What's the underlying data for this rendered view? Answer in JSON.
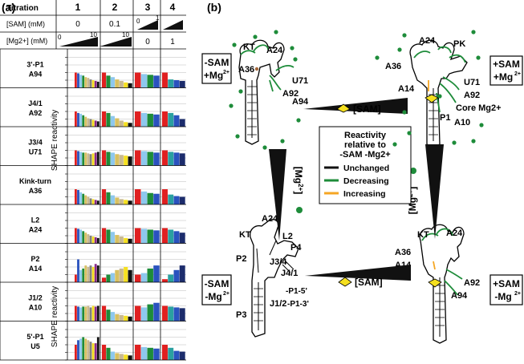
{
  "panel_labels": {
    "a": "(a)",
    "b": "(b)"
  },
  "panel_a": {
    "header": {
      "titration_label": "Titration",
      "sam_label": "[SAM] (mM)",
      "mg_label": "[Mg2+] (mM)",
      "mg_label_sup": "2+",
      "columns": [
        "1",
        "2",
        "3",
        "4"
      ],
      "sam_values": [
        "0",
        "0.1",
        "",
        ""
      ],
      "ramp_start": [
        "0",
        "",
        "0",
        ""
      ],
      "ramp_end": [
        "10",
        "10",
        "1",
        ""
      ],
      "mg_values": [
        "",
        "",
        "0",
        "1"
      ]
    },
    "y_axis_title": "SHAPE reactivity",
    "colors": {
      "red": "#e02020",
      "green": "#1e8c3a",
      "lightblue": "#8ec8ee",
      "blue": "#2a52be",
      "gold": "#d8c060",
      "tan": "#c8b890",
      "gray": "#808080",
      "black": "#111111",
      "yellow": "#f5e020",
      "purple": "#8a2a8a",
      "teal": "#2aa0a0",
      "navy": "#1c2c6c"
    },
    "rows": [
      {
        "label_1": "3'-P1",
        "label_2": "A94",
        "bars": [
          [
            1.0,
            0.95,
            0.85,
            0.8,
            0.7,
            0.65,
            0.55,
            0.5,
            0.45,
            0.4
          ],
          [
            1.0,
            0.8,
            0.7,
            0.55,
            0.45,
            0.35,
            0.3
          ],
          [
            1.0,
            0.9,
            0.85,
            0.8
          ],
          [
            1.0,
            0.55,
            0.5,
            0.45
          ]
        ]
      },
      {
        "label_1": "J4/1",
        "label_2": "A92",
        "bars": [
          [
            1.0,
            0.9,
            0.85,
            0.75,
            0.65,
            0.55,
            0.5,
            0.45,
            0.4,
            0.35
          ],
          [
            1.0,
            0.9,
            0.7,
            0.55,
            0.4,
            0.3,
            0.25
          ],
          [
            1.0,
            0.9,
            0.85,
            0.8
          ],
          [
            1.0,
            0.9,
            0.75,
            0.5
          ]
        ]
      },
      {
        "label_1": "J3/4",
        "label_2": "U71",
        "bars": [
          [
            1.0,
            0.95,
            0.9,
            0.85,
            0.85,
            0.8,
            0.75,
            0.8,
            0.85,
            0.9
          ],
          [
            1.0,
            0.9,
            0.85,
            0.75,
            0.7,
            0.65,
            0.6
          ],
          [
            1.0,
            0.95,
            0.9,
            0.85
          ],
          [
            1.0,
            0.9,
            0.85,
            0.8
          ]
        ]
      },
      {
        "label_1": "Kink-turn",
        "label_2": "A36",
        "bars": [
          [
            1.0,
            0.95,
            0.8,
            0.7,
            0.6,
            0.5,
            0.4,
            0.35,
            0.3,
            0.25
          ],
          [
            1.0,
            0.8,
            0.6,
            0.45,
            0.35,
            0.3,
            0.25
          ],
          [
            1.0,
            0.85,
            0.75,
            0.7
          ],
          [
            1.0,
            0.65,
            0.55,
            0.5
          ]
        ]
      },
      {
        "label_1": "L2",
        "label_2": "A24",
        "bars": [
          [
            1.0,
            0.95,
            0.9,
            0.8,
            0.7,
            0.6,
            0.5,
            0.45,
            0.4,
            0.35
          ],
          [
            1.0,
            0.9,
            0.75,
            0.55,
            0.45,
            0.35,
            0.3
          ],
          [
            1.0,
            0.95,
            0.9,
            0.85
          ],
          [
            1.0,
            0.9,
            0.8,
            0.7
          ]
        ]
      },
      {
        "label_1": "P2",
        "label_2": "A14",
        "bars": [
          [
            0.5,
            1.5,
            0.8,
            0.9,
            1.1,
            1.0,
            1.1,
            1.0,
            1.2,
            1.1
          ],
          [
            0.3,
            0.5,
            0.6,
            0.8,
            0.9,
            1.0,
            0.8
          ],
          [
            0.5,
            0.6,
            0.9,
            1.1
          ],
          [
            0.2,
            0.5,
            0.8,
            1.1
          ]
        ]
      },
      {
        "label_1": "J1/2",
        "label_2": "A10",
        "bars": [
          [
            1.0,
            0.95,
            0.9,
            0.95,
            0.95,
            1.0,
            0.9,
            1.0,
            0.95,
            1.0
          ],
          [
            1.0,
            0.75,
            0.6,
            0.45,
            0.4,
            0.35,
            0.3
          ],
          [
            1.0,
            0.9,
            1.1,
            1.2
          ],
          [
            1.0,
            0.95,
            0.9,
            0.85
          ]
        ]
      },
      {
        "label_1": "5'-P1",
        "label_2": "U5",
        "bars": [
          [
            1.0,
            1.3,
            1.4,
            1.5,
            1.4,
            1.3,
            1.2,
            1.1,
            1.1,
            1.5
          ],
          [
            1.0,
            0.8,
            0.55,
            0.45,
            0.4,
            0.35,
            0.3
          ],
          [
            1.0,
            0.85,
            0.8,
            0.75
          ],
          [
            1.0,
            0.8,
            0.6,
            0.55
          ]
        ]
      }
    ]
  },
  "panel_b": {
    "states": {
      "tl": {
        "line1": "-SAM",
        "line2": "+Mg",
        "sup": "2+"
      },
      "tr": {
        "line1": "+SAM",
        "line2": "+Mg",
        "sup": "2+"
      },
      "bl": {
        "line1": "-SAM",
        "line2": "-Mg",
        "sup": "2+"
      },
      "br": {
        "line1": "+SAM",
        "line2": "-Mg",
        "sup": "2+"
      }
    },
    "sam_arrow_label": "[SAM]",
    "mg_arrow_label": "[Mg",
    "mg_arrow_sup": "2+",
    "mg_arrow_close": "]",
    "tl_labels": {
      "kt": "KT",
      "a24": "A24",
      "a36": "A36",
      "u71": "U71",
      "a92": "A92",
      "a94": "A94"
    },
    "tr_labels": {
      "a24": "A24",
      "pk": "PK",
      "a36": "A36",
      "a14": "A14",
      "u71": "U71",
      "a92": "A92",
      "core": "Core Mg2+",
      "p1": "P1",
      "a10": "A10"
    },
    "bl_labels": {
      "kt": "KT",
      "a24": "A24",
      "l2": "L2",
      "p4": "P4",
      "p2": "P2",
      "j34": "J3/4",
      "j41": "J4/1",
      "p3": "P3",
      "j12": "J1/2",
      "p15": "-P1-5'",
      "p13": "-P1-3'"
    },
    "br_labels": {
      "kt": "KT",
      "a24": "A24",
      "a36": "A36",
      "a14": "A14",
      "a92": "A92",
      "a94": "A94"
    },
    "legend": {
      "title_1": "Reactivity",
      "title_2": "relative to",
      "title_3": "-SAM -Mg2+",
      "items": [
        {
          "label": "Unchanged",
          "color": "#111111"
        },
        {
          "label": "Decreasing",
          "color": "#1e8c3a"
        },
        {
          "label": "Increasing",
          "color": "#f5a623"
        }
      ]
    }
  }
}
